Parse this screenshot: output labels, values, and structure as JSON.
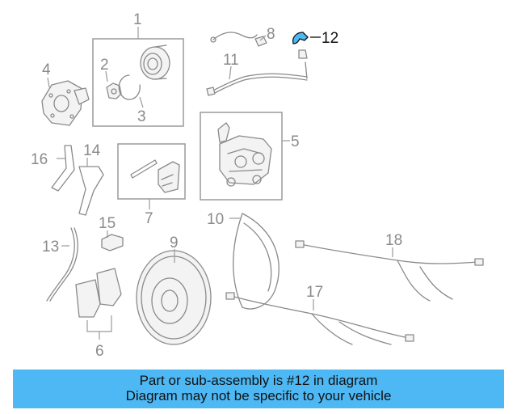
{
  "callouts": [
    "1",
    "2",
    "3",
    "4",
    "5",
    "6",
    "7",
    "8",
    "9",
    "10",
    "11",
    "12",
    "13",
    "14",
    "15",
    "16",
    "17",
    "18"
  ],
  "highlighted_callout": "12",
  "highlight_color": "#4db8f4",
  "footer": {
    "line1": "Part or sub-assembly is #12 in diagram",
    "line2": "Diagram may not be specific to your vehicle"
  }
}
